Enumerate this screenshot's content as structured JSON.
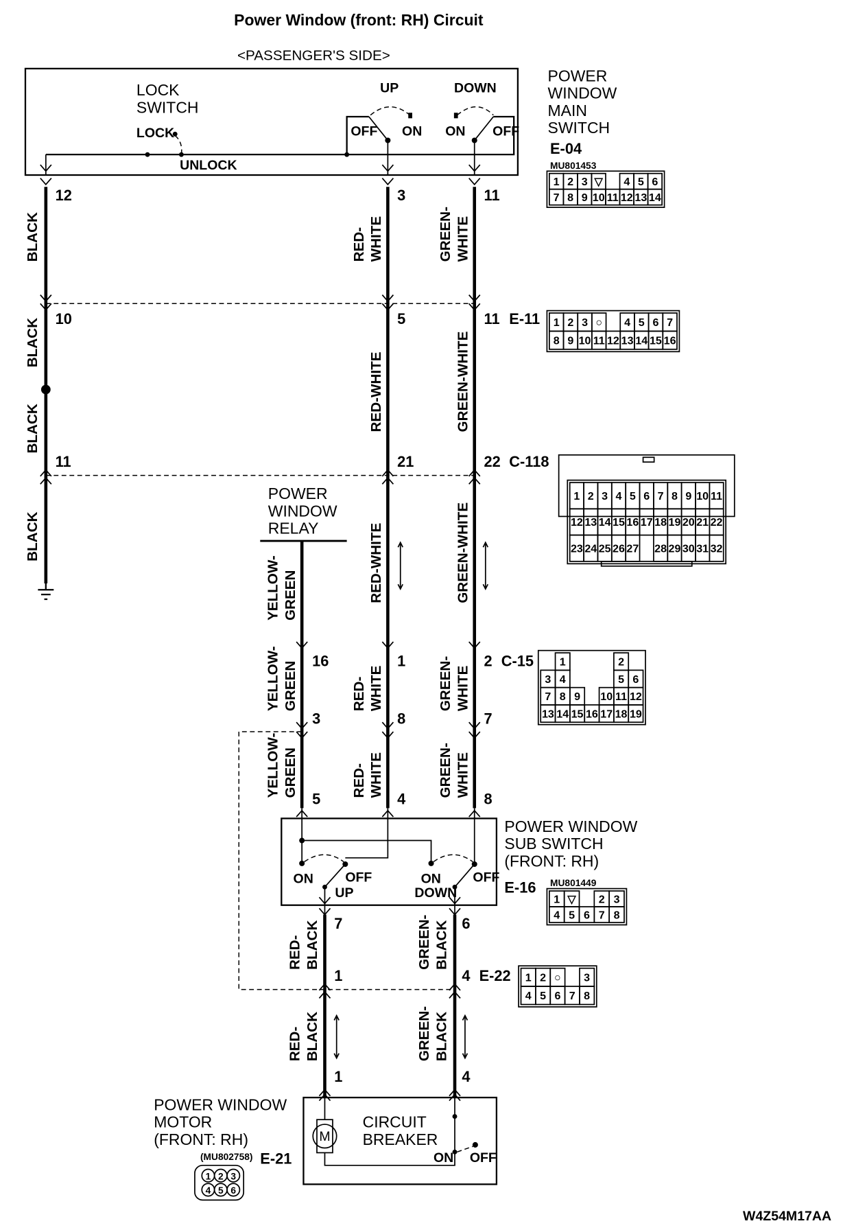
{
  "title": "Power Window (front: RH) Circuit",
  "subtitle": "<PASSENGER'S SIDE>",
  "figure_code": "W4Z54M17AA",
  "components": {
    "main_switch": {
      "label_lines": [
        "POWER",
        "WINDOW",
        "MAIN",
        "SWITCH"
      ],
      "connector": "E-04",
      "part_no": "MU801453",
      "lock_switch_lines": [
        "LOCK",
        "SWITCH"
      ],
      "lock": "LOCK",
      "unlock": "UNLOCK",
      "up": "UP",
      "down": "DOWN",
      "off": "OFF",
      "on": "ON"
    },
    "relay": {
      "label_lines": [
        "POWER",
        "WINDOW",
        "RELAY"
      ]
    },
    "sub_switch": {
      "label_lines": [
        "POWER WINDOW",
        "SUB SWITCH",
        "(FRONT: RH)"
      ],
      "connector": "E-16",
      "part_no": "MU801449",
      "on": "ON",
      "off": "OFF",
      "up": "UP",
      "down": "DOWN"
    },
    "motor": {
      "label_lines": [
        "POWER WINDOW",
        "MOTOR",
        "(FRONT: RH)"
      ],
      "connector": "E-21",
      "part_no": "(MU802758)",
      "motor_symbol": "M",
      "breaker_lines": [
        "CIRCUIT",
        "BREAKER"
      ],
      "on": "ON",
      "off": "OFF"
    }
  },
  "connectors": [
    {
      "id": "E-04",
      "rows": [
        [
          "1",
          "2",
          "3",
          "▽",
          "",
          "4",
          "5",
          "6"
        ],
        [
          "7",
          "8",
          "9",
          "10",
          "11",
          "12",
          "13",
          "14"
        ]
      ]
    },
    {
      "id": "E-11",
      "rows": [
        [
          "1",
          "2",
          "3",
          "○",
          "",
          "4",
          "5",
          "6",
          "7"
        ],
        [
          "8",
          "9",
          "10",
          "11",
          "12",
          "13",
          "14",
          "15",
          "16"
        ]
      ]
    },
    {
      "id": "C-118",
      "rows": [
        [
          "1",
          "2",
          "3",
          "4",
          "5",
          "6",
          "7",
          "8",
          "9",
          "10",
          "11"
        ],
        [
          "12",
          "13",
          "14",
          "15",
          "16",
          "17",
          "18",
          "19",
          "20",
          "21",
          "22"
        ],
        [
          "23",
          "24",
          "25",
          "26",
          "27",
          "",
          "28",
          "29",
          "30",
          "31",
          "32"
        ]
      ]
    },
    {
      "id": "C-15",
      "rows": [
        [
          "",
          "1",
          "",
          "",
          "",
          "2",
          ""
        ],
        [
          "3",
          "4",
          "",
          "",
          "",
          "5",
          "6"
        ],
        [
          "7",
          "8",
          "9",
          "",
          "10",
          "11",
          "12"
        ],
        [
          "13",
          "14",
          "15",
          "16",
          "17",
          "18",
          "19"
        ]
      ]
    },
    {
      "id": "E-16",
      "rows": [
        [
          "1",
          "▽",
          "",
          "2",
          "3"
        ],
        [
          "4",
          "5",
          "6",
          "7",
          "8"
        ]
      ]
    },
    {
      "id": "E-22",
      "rows": [
        [
          "1",
          "2",
          "○",
          "",
          "3"
        ],
        [
          "4",
          "5",
          "6",
          "7",
          "8"
        ]
      ]
    },
    {
      "id": "E-21",
      "rows": [
        [
          "1",
          "2",
          "3"
        ],
        [
          "4",
          "5",
          "6"
        ]
      ]
    }
  ],
  "connector_labels": {
    "e11": "E-11",
    "c118": "C-118",
    "c15": "C-15",
    "e22": "E-22"
  },
  "pins": {
    "e04_black": "12",
    "e04_rw": "3",
    "e04_gw": "11",
    "e11_black": "10",
    "e11_rw": "5",
    "e11_gw": "11",
    "c118_black": "11",
    "c118_rw": "21",
    "c118_gw": "22",
    "c15_yg": "16",
    "c15_rw": "1",
    "c15_gw": "2",
    "c15b_yg": "3",
    "c15b_rw": "8",
    "c15b_gw": "7",
    "e16_yg": "5",
    "e16_rw": "4",
    "e16_gw": "8",
    "e16_rb": "7",
    "e16_gb": "6",
    "e22_rb": "1",
    "e22_gb": "4",
    "e21_rb": "1",
    "e21_gb": "4"
  },
  "wires": {
    "black": "BLACK",
    "red_white_split": [
      "RED-",
      "WHITE"
    ],
    "red_white": "RED-WHITE",
    "green_white_split": [
      "GREEN-",
      "WHITE"
    ],
    "green_white": "GREEN-WHITE",
    "yellow_green_split": [
      "YELLOW-",
      "GREEN"
    ],
    "red_black_split": [
      "RED-",
      "BLACK"
    ],
    "green_black_split": [
      "GREEN-",
      "BLACK"
    ]
  }
}
